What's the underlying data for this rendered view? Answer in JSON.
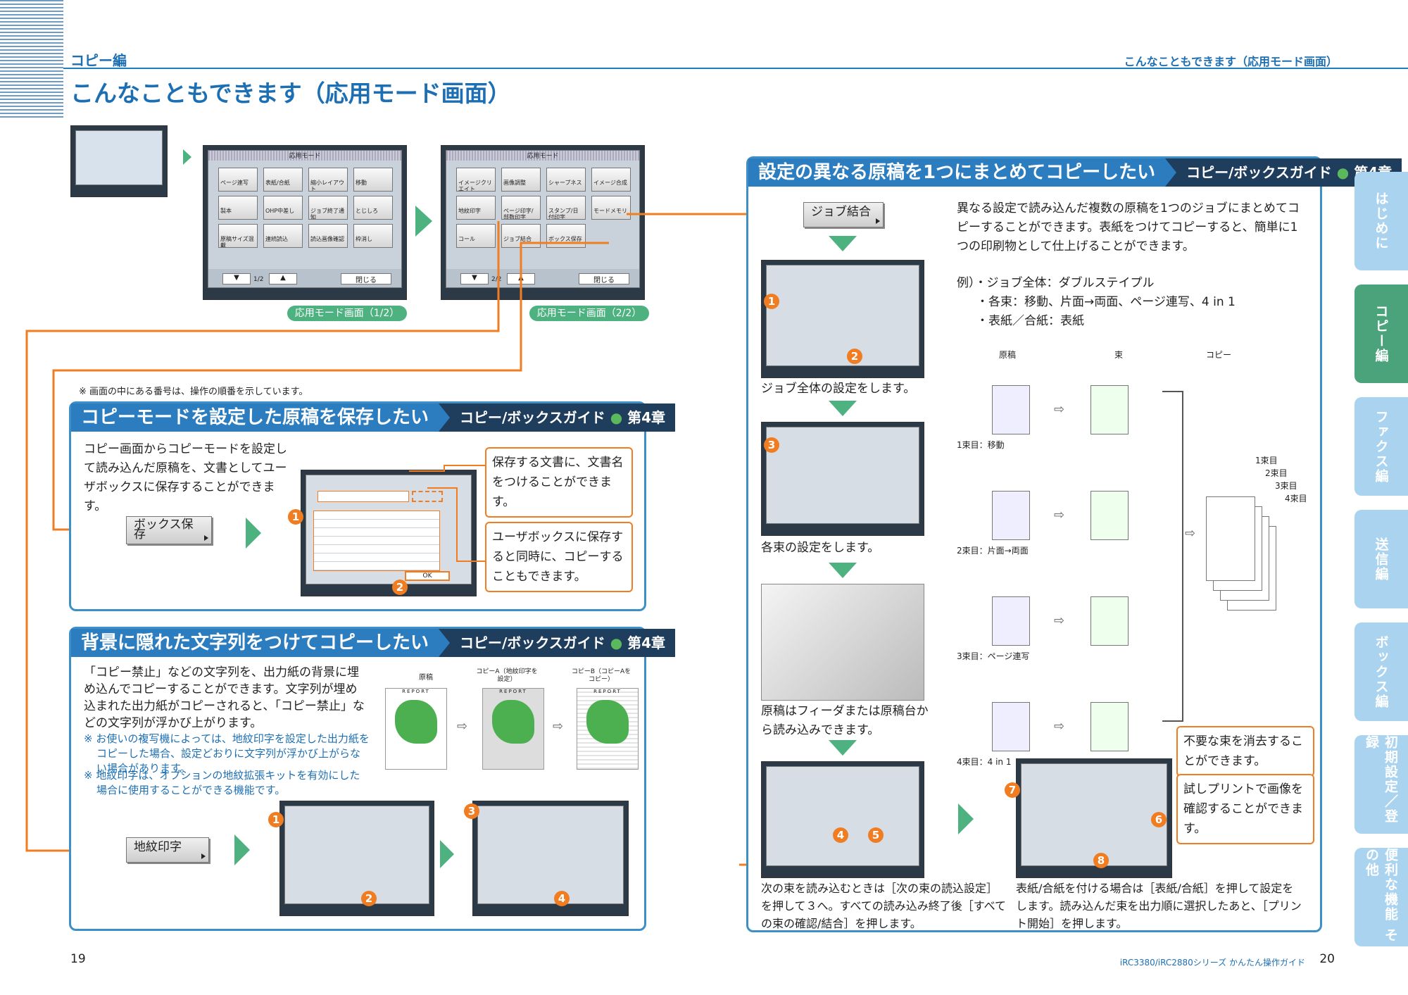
{
  "header": {
    "section": "コピー編",
    "title": "こんなこともできます（応用モード画面）",
    "right_title": "こんなこともできます（応用モード画面）"
  },
  "top": {
    "screen1_label": "応用モード画面（1/2）",
    "screen2_label": "応用モード画面（2/2）",
    "screen_title": "応用モード",
    "close_btn": "閉じる",
    "page1": "1/2",
    "page2": "2/2",
    "screen1_items": [
      "ページ連写",
      "表紙/合紙",
      "縮小レイアウト",
      "移動",
      "製本",
      "OHP中差し",
      "ジョブ終了通知",
      "とじしろ",
      "原稿サイズ混載",
      "連続読込",
      "読込画像確認",
      "枠消し"
    ],
    "screen2_items": [
      "イメージクリエイト",
      "画像調整",
      "シャープネス",
      "イメージ合成",
      "地紋印字",
      "ページ印字/部数印字",
      "スタンプ/日付印字",
      "モードメモリ",
      "コール",
      "ジョブ結合",
      "ボックス保存"
    ]
  },
  "note_top": "※ 画面の中にある番号は、操作の順番を示しています。",
  "sec1": {
    "title": "コピーモードを設定した原稿を保存したい",
    "guide": "コピー/ボックスガイド",
    "dot": "●",
    "chapter": "第4章",
    "body": "コピー画面からコピーモードを設定して読み込んだ原稿を、文書としてユーザボックスに保存することができます。",
    "button": "ボックス保存",
    "callout1": "保存する文書に、文書名をつけることができます。",
    "callout2": "ユーザボックスに保存すると同時に、コピーすることもできます。"
  },
  "sec2": {
    "title": "背景に隠れた文字列をつけてコピーしたい",
    "guide": "コピー/ボックスガイド",
    "dot": "●",
    "chapter": "第4章",
    "body": "「コピー禁止」などの文字列を、出力紙の背景に埋め込んでコピーすることができます。文字列が埋め込まれた出力紙がコピーされると、「コピー禁止」などの文字列が浮かび上がります。",
    "note1": "※ お使いの複写機によっては、地紋印字を設定した出力紙をコピーした場合、設定どおりに文字列が浮かび上がらない場合があります。",
    "note2": "※ 地紋印字は、オプションの地紋拡張キットを有効にした場合に使用することができる機能です。",
    "fig_label1": "原稿",
    "fig_label2": "コピーA（地紋印字を設定）",
    "fig_label3": "コピーB（コピーAをコピー）",
    "report": "REPORT",
    "button": "地紋印字"
  },
  "sec3": {
    "title": "設定の異なる原稿を1つにまとめてコピーしたい",
    "guide": "コピー/ボックスガイド",
    "dot": "●",
    "chapter": "第4章",
    "button": "ジョブ結合",
    "body": "異なる設定で読み込んだ複数の原稿を1つのジョブにまとめてコピーすることができます。表紙をつけてコピーすると、簡単に1つの印刷物として仕上げることができます。",
    "example_lines": [
      "例）・ジョブ全体：ダブルステイプル",
      "・各束：移動、片面→両面、ページ連写、4 in 1",
      "・表紙／合紙：表紙"
    ],
    "step1": "ジョブ全体の設定をします。",
    "step2": "各束の設定をします。",
    "step3": "原稿はフィーダまたは原稿台から読み込みできます。",
    "step4": "次の束を読み込むときは［次の束の読込設定］を押して３へ。すべての読み込み終了後［すべての束の確認/結合］を押します。",
    "step5": "表紙/合紙を付ける場合は［表紙/合紙］を押して設定をします。読み込んだ束を出力順に選択したあと、［プリント開始］を押します。",
    "col_genko": "原稿",
    "col_taba": "束",
    "col_copy": "コピー",
    "rows": [
      "1束目：移動",
      "2束目：片面→両面",
      "3束目：ページ連写",
      "4束目：4 in 1"
    ],
    "stack": [
      "1束目",
      "2束目",
      "3束目",
      "4束目"
    ],
    "callout1": "不要な束を消去することができます。",
    "callout2": "試しプリントで画像を確認することができます。"
  },
  "tabs": [
    {
      "label": "はじめに",
      "color": "#a9d3ee"
    },
    {
      "label": "コピー編",
      "color": "#4aa37a"
    },
    {
      "label": "ファクス編",
      "color": "#a9d3ee"
    },
    {
      "label": "送信編",
      "color": "#a9d3ee"
    },
    {
      "label": "ボックス編",
      "color": "#a9d3ee"
    },
    {
      "label": "初期設定／登録",
      "color": "#a9d3ee"
    },
    {
      "label": "便利な機能 その他",
      "color": "#a9d3ee"
    }
  ],
  "footer": {
    "page_left": "19",
    "product": "iRC3380/iRC2880シリーズ かんたん操作ガイド",
    "page_right": "20"
  }
}
